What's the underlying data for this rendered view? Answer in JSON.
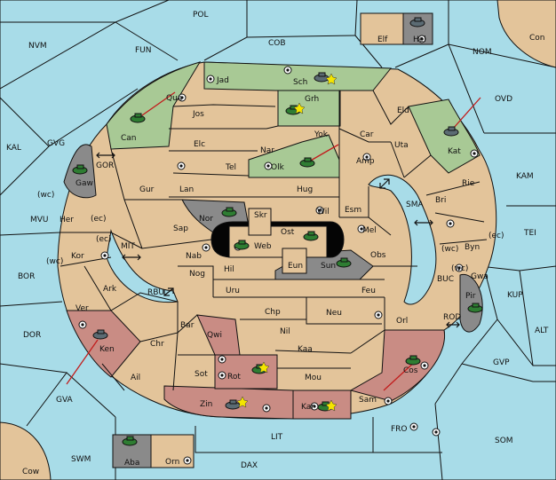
{
  "regions": {
    "POL": "POL",
    "NVM": "NVM",
    "FUN": "FUN",
    "COB": "COB",
    "NOM": "NOM",
    "Con": "Con",
    "OVD": "OVD",
    "KAL": "KAL",
    "GVG": "GVG",
    "GOR": "GOR",
    "KAM": "KAM",
    "SMA": "SMA",
    "TEI": "TEI",
    "MVU": "MVU",
    "MIT": "MIT",
    "BOR": "BOR",
    "RBU": "RBU",
    "BUC": "BUC",
    "KUP": "KUP",
    "DOR": "DOR",
    "ROD": "ROD",
    "ALT": "ALT",
    "GVP": "GVP",
    "GVA": "GVA",
    "FRO": "FRO",
    "SOM": "SOM",
    "LIT": "LIT",
    "SWM": "SWM",
    "DAX": "DAX",
    "Cow": "Cow",
    "Elf": "Elf",
    "Hel": "Hel",
    "Aba": "Aba",
    "Orn": "Orn",
    "Jad": "Jad",
    "Sch": "Sch",
    "Qua": "Qua",
    "Grh": "Grh",
    "Eld": "Eld",
    "Jos": "Jos",
    "Can": "Can",
    "Yok": "Yok",
    "Car": "Car",
    "Kat": "Kat",
    "Elc": "Elc",
    "Nar": "Nar",
    "Uta": "Uta",
    "Gaw": "Gaw",
    "Tel": "Tel",
    "Olk": "Olk",
    "Amp": "Amp",
    "Gur": "Gur",
    "Lan": "Lan",
    "Hug": "Hug",
    "Rie": "Rie",
    "Bri": "Bri",
    "Wil": "Wil",
    "Esm": "Esm",
    "Her": "Her",
    "Nor": "Nor",
    "Skr": "Skr",
    "Sap": "Sap",
    "Ost": "Ost",
    "Mel": "Mel",
    "Web": "Web",
    "Byn": "Byn",
    "Kor": "Kor",
    "Nab": "Nab",
    "Obs": "Obs",
    "Eun": "Eun",
    "Sun": "Sun",
    "Gwa": "Gwa",
    "Hil": "Hil",
    "Ark": "Ark",
    "Nog": "Nog",
    "Uru": "Uru",
    "Feu": "Feu",
    "Pir": "Pir",
    "Ver": "Ver",
    "Chp": "Chp",
    "Neu": "Neu",
    "Bar": "Bar",
    "Orl": "Orl",
    "Qwi": "Qwi",
    "Nil": "Nil",
    "Ken": "Ken",
    "Chr": "Chr",
    "Kaa": "Kaa",
    "Rot": "Rot",
    "Cos": "Cos",
    "Sot": "Sot",
    "Ail": "Ail",
    "Mou": "Mou",
    "Zin": "Zin",
    "Kar": "Kar",
    "Sam": "Sam"
  },
  "coast_labels": {
    "wc": "(wc)",
    "ec": "(ec)"
  },
  "colors": {
    "sea": "#a8dce8",
    "land": "#e3c49a",
    "green_power": "#a8c995",
    "red_power": "#c98c84",
    "impassable": "#8a8a8a",
    "order_arrow": "#c21d1d"
  },
  "units": [
    {
      "type": "army",
      "region": "Can"
    },
    {
      "type": "army",
      "region": "Olk"
    },
    {
      "type": "army",
      "region": "Kat"
    },
    {
      "type": "army",
      "region": "Gaw"
    },
    {
      "type": "army",
      "region": "Nor"
    },
    {
      "type": "army",
      "region": "Web"
    },
    {
      "type": "army",
      "region": "Ost"
    },
    {
      "type": "army",
      "region": "Sun"
    },
    {
      "type": "army",
      "region": "Pir"
    },
    {
      "type": "army",
      "region": "Ken"
    },
    {
      "type": "army",
      "region": "Zin"
    },
    {
      "type": "army",
      "region": "Cos"
    },
    {
      "type": "fleet",
      "region": "Hel"
    },
    {
      "type": "fleet",
      "region": "Aba"
    },
    {
      "type": "army",
      "region": "Sch"
    },
    {
      "type": "army",
      "region": "Grh"
    },
    {
      "type": "army",
      "region": "Rot"
    },
    {
      "type": "army",
      "region": "Kar"
    }
  ]
}
